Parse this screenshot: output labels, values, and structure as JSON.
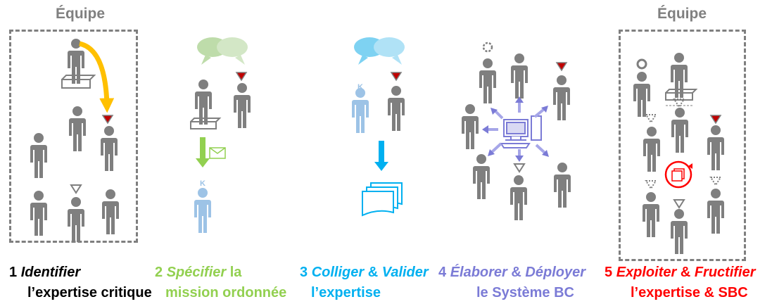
{
  "team_label": "Équipe",
  "steps": [
    {
      "num": "1",
      "verb1": "Identifier",
      "conj": "",
      "verb2": "",
      "suffix": "",
      "line2": "l’expertise critique",
      "color": "#000000"
    },
    {
      "num": "2",
      "verb1": "Spécifier",
      "conj": "",
      "verb2": "",
      "suffix": "la",
      "line2": "mission ordonnée",
      "color": "#92d050"
    },
    {
      "num": "3",
      "verb1": "Colliger",
      "conj": "&",
      "verb2": "Valider",
      "suffix": "",
      "line2": "l’expertise",
      "color": "#00b0f0"
    },
    {
      "num": "4",
      "verb1": "Élaborer",
      "conj": "&",
      "verb2": "Déployer",
      "suffix": "",
      "line2": "le Système BC",
      "color": "#7b7bd6"
    },
    {
      "num": "5",
      "verb1": "Exploiter",
      "conj": "&",
      "verb2": "Fructifier",
      "suffix": "",
      "line2": "l’expertise & SBC",
      "color": "#ff0000"
    }
  ],
  "k_label": "K",
  "colors": {
    "person": "#7f7f7f",
    "person_light": "#9dc3e6",
    "arrow_orange": "#ffc000",
    "arrow_green": "#92d050",
    "arrow_blue": "#00b0f0",
    "arrow_purple": "#7b7bd6",
    "marker_red": "#c00000",
    "box_dash": "#7f7f7f"
  }
}
